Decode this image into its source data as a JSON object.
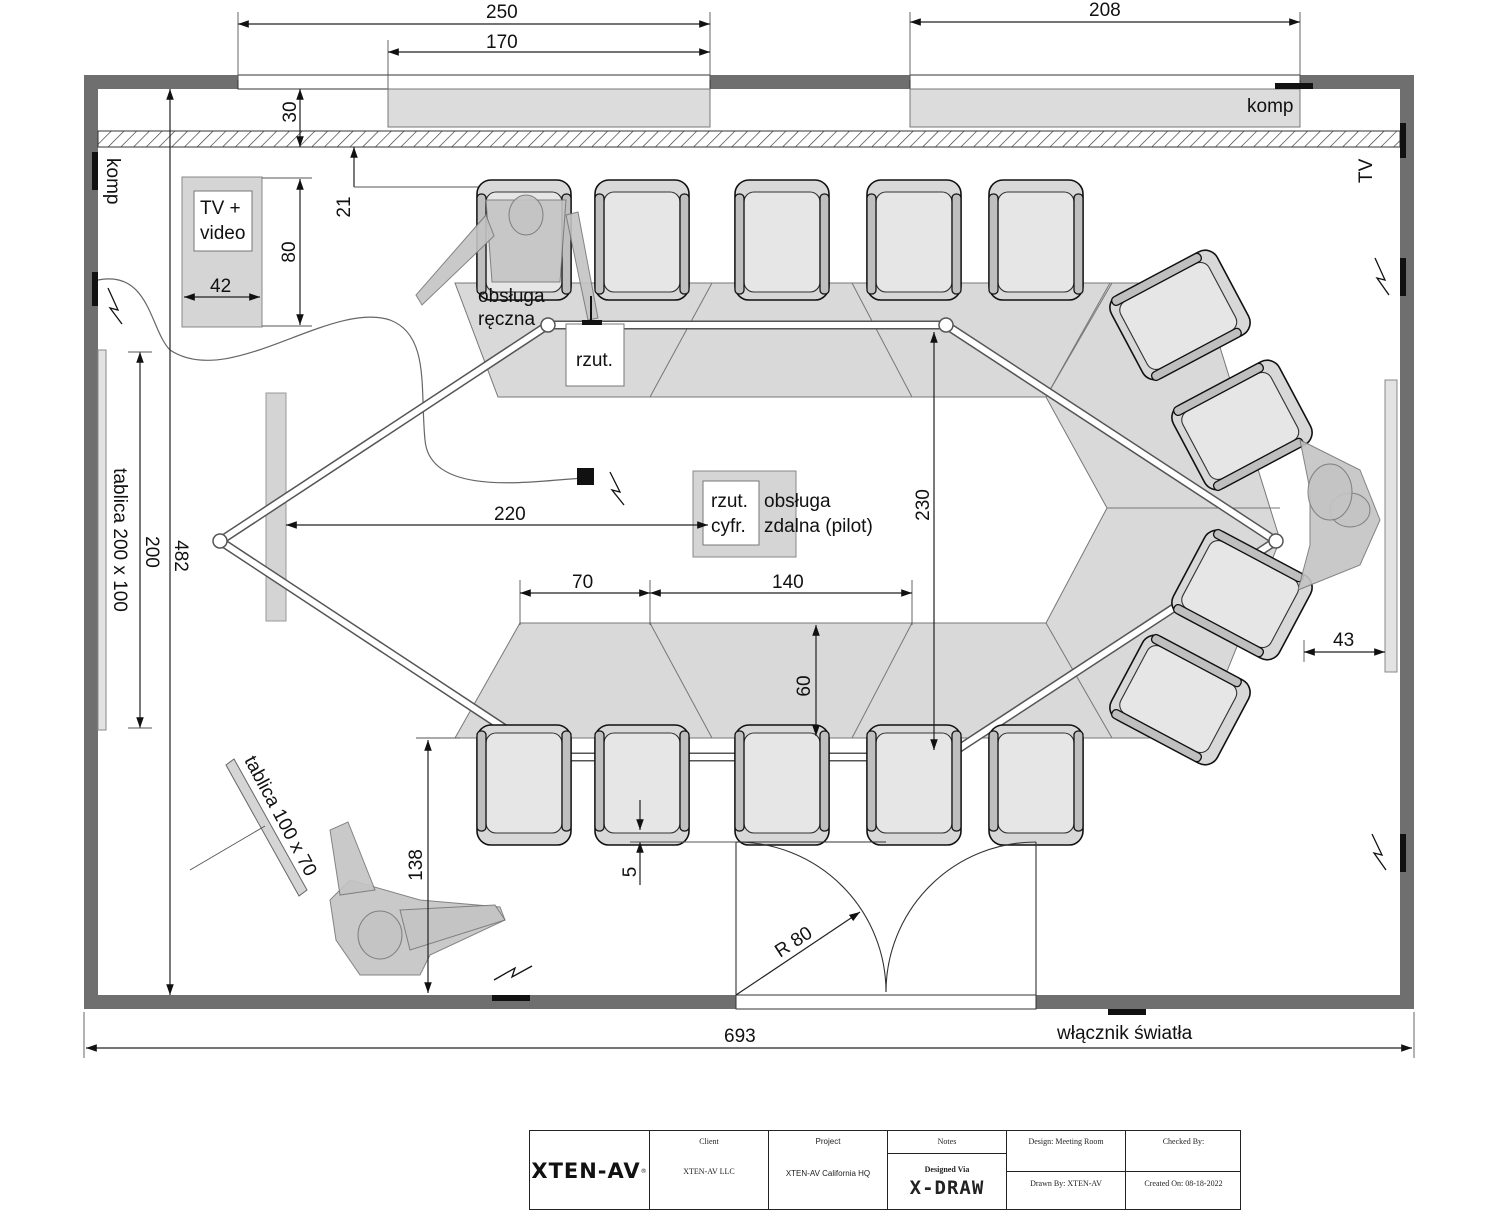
{
  "diagram": {
    "dimensions": {
      "top_opening_1": "250",
      "top_opening_2": "170",
      "top_opening_3": "208",
      "wall_thickness": "30",
      "tv_offset": "21",
      "tv_cabinet_height": "80",
      "tv_cabinet_width": "42",
      "whiteboard_length": "200",
      "room_depth": "482",
      "screen_distance": "220",
      "table_width": "230",
      "table_segment_1": "70",
      "table_segment_2": "140",
      "table_depth": "60",
      "aisle": "138",
      "chair_gap": "5",
      "door_radius": "R 80",
      "side_clearance": "43",
      "room_width": "693"
    },
    "labels": {
      "komp_top": "komp",
      "komp_left": "komp",
      "tv_right": "TV",
      "tv_video_1": "TV +",
      "tv_video_2": "video",
      "manual_1": "obsługa",
      "manual_2": "ręczna",
      "projector": "rzut.",
      "digital_proj_1": "rzut.",
      "digital_proj_2": "cyfr.",
      "remote_1": "obsługa",
      "remote_2": "zdalna (pilot)",
      "whiteboard_large": "tablica 200 x 100",
      "whiteboard_small": "tablica 100 x 70",
      "light_switch": "włącznik światła"
    }
  },
  "title_block": {
    "logo": "XTEN-AV",
    "client_header": "Client",
    "client_value": "XTEN-AV LLC",
    "project_header": "Project",
    "project_value": "XTEN-AV California HQ",
    "notes_header": "Notes",
    "designed_via": "Designed Via",
    "tool": "X-DRAW",
    "design": "Design: Meeting Room",
    "drawn_by": "Drawn By: XTEN-AV",
    "checked_by": "Checked By:",
    "created_on": "Created On: 08-18-2022"
  }
}
